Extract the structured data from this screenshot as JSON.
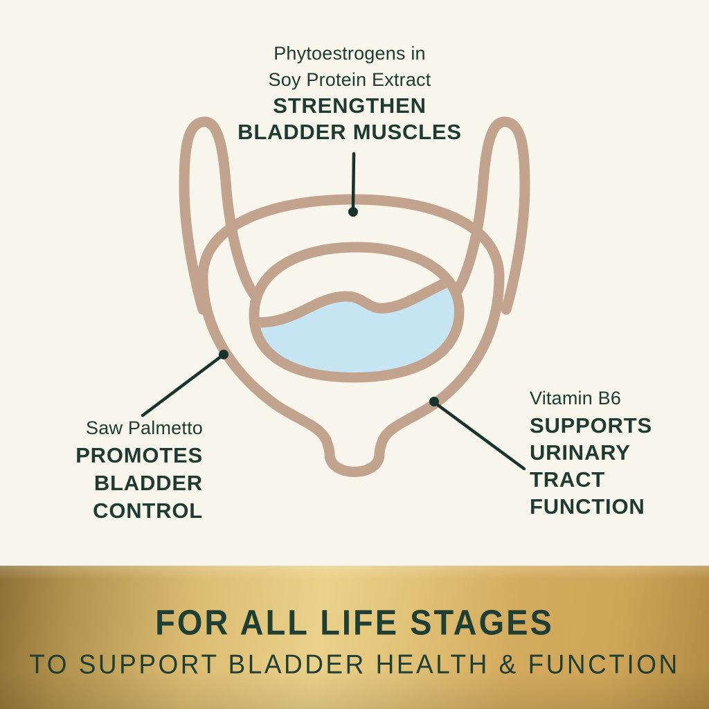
{
  "colors": {
    "background": "#f7f5ec",
    "outline-tan": "#c2a48e",
    "liquid-blue": "#c6e5f2",
    "text-green": "#1f3b31",
    "callout-line": "#17332b",
    "gold-dark": "#8d7038",
    "gold-light": "#ead189",
    "gold-mid": "#cfa557",
    "gold-edge": "#b28b43",
    "banner-text": "#1f3e35"
  },
  "callouts": {
    "top": {
      "lead_lines": [
        "Phytoestrogens in",
        "Soy Protein Extract"
      ],
      "bold_lines": [
        "STRENGTHEN",
        "BLADDER MUSCLES"
      ]
    },
    "left": {
      "lead_lines": [
        "Saw Palmetto"
      ],
      "bold_lines": [
        "PROMOTES",
        "BLADDER",
        "CONTROL"
      ]
    },
    "right": {
      "lead_lines": [
        "Vitamin B6"
      ],
      "bold_lines": [
        "SUPPORTS",
        "URINARY",
        "TRACT",
        "FUNCTION"
      ]
    }
  },
  "banner": {
    "title": "FOR ALL LIFE STAGES",
    "subtitle": "TO SUPPORT BLADDER HEALTH & FUNCTION"
  }
}
